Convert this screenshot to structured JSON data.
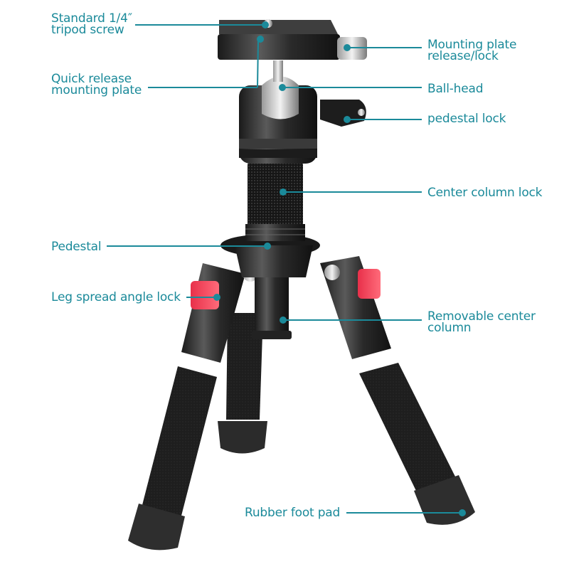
{
  "accent_color": "#1b8a9a",
  "subject": "Mini tabletop tripod with ball head",
  "callouts": [
    {
      "id": "screw",
      "lines": [
        "Standard 1/4″",
        "tripod screw"
      ],
      "side": "left"
    },
    {
      "id": "plate",
      "lines": [
        "Quick release",
        "mounting plate"
      ],
      "side": "left"
    },
    {
      "id": "plate-lock",
      "lines": [
        "Mounting plate",
        "release/lock"
      ],
      "side": "right"
    },
    {
      "id": "ball-head",
      "lines": [
        "Ball-head"
      ],
      "side": "right"
    },
    {
      "id": "pedestal-lock",
      "lines": [
        "pedestal lock"
      ],
      "side": "right"
    },
    {
      "id": "center-lock",
      "lines": [
        "Center column lock"
      ],
      "side": "right"
    },
    {
      "id": "pedestal",
      "lines": [
        "Pedestal"
      ],
      "side": "left"
    },
    {
      "id": "leg-lock",
      "lines": [
        "Leg spread angle lock"
      ],
      "side": "left"
    },
    {
      "id": "center-column",
      "lines": [
        "Removable center",
        "column"
      ],
      "side": "right"
    },
    {
      "id": "foot-pad",
      "lines": [
        "Rubber foot pad"
      ],
      "side": "bottom"
    }
  ]
}
